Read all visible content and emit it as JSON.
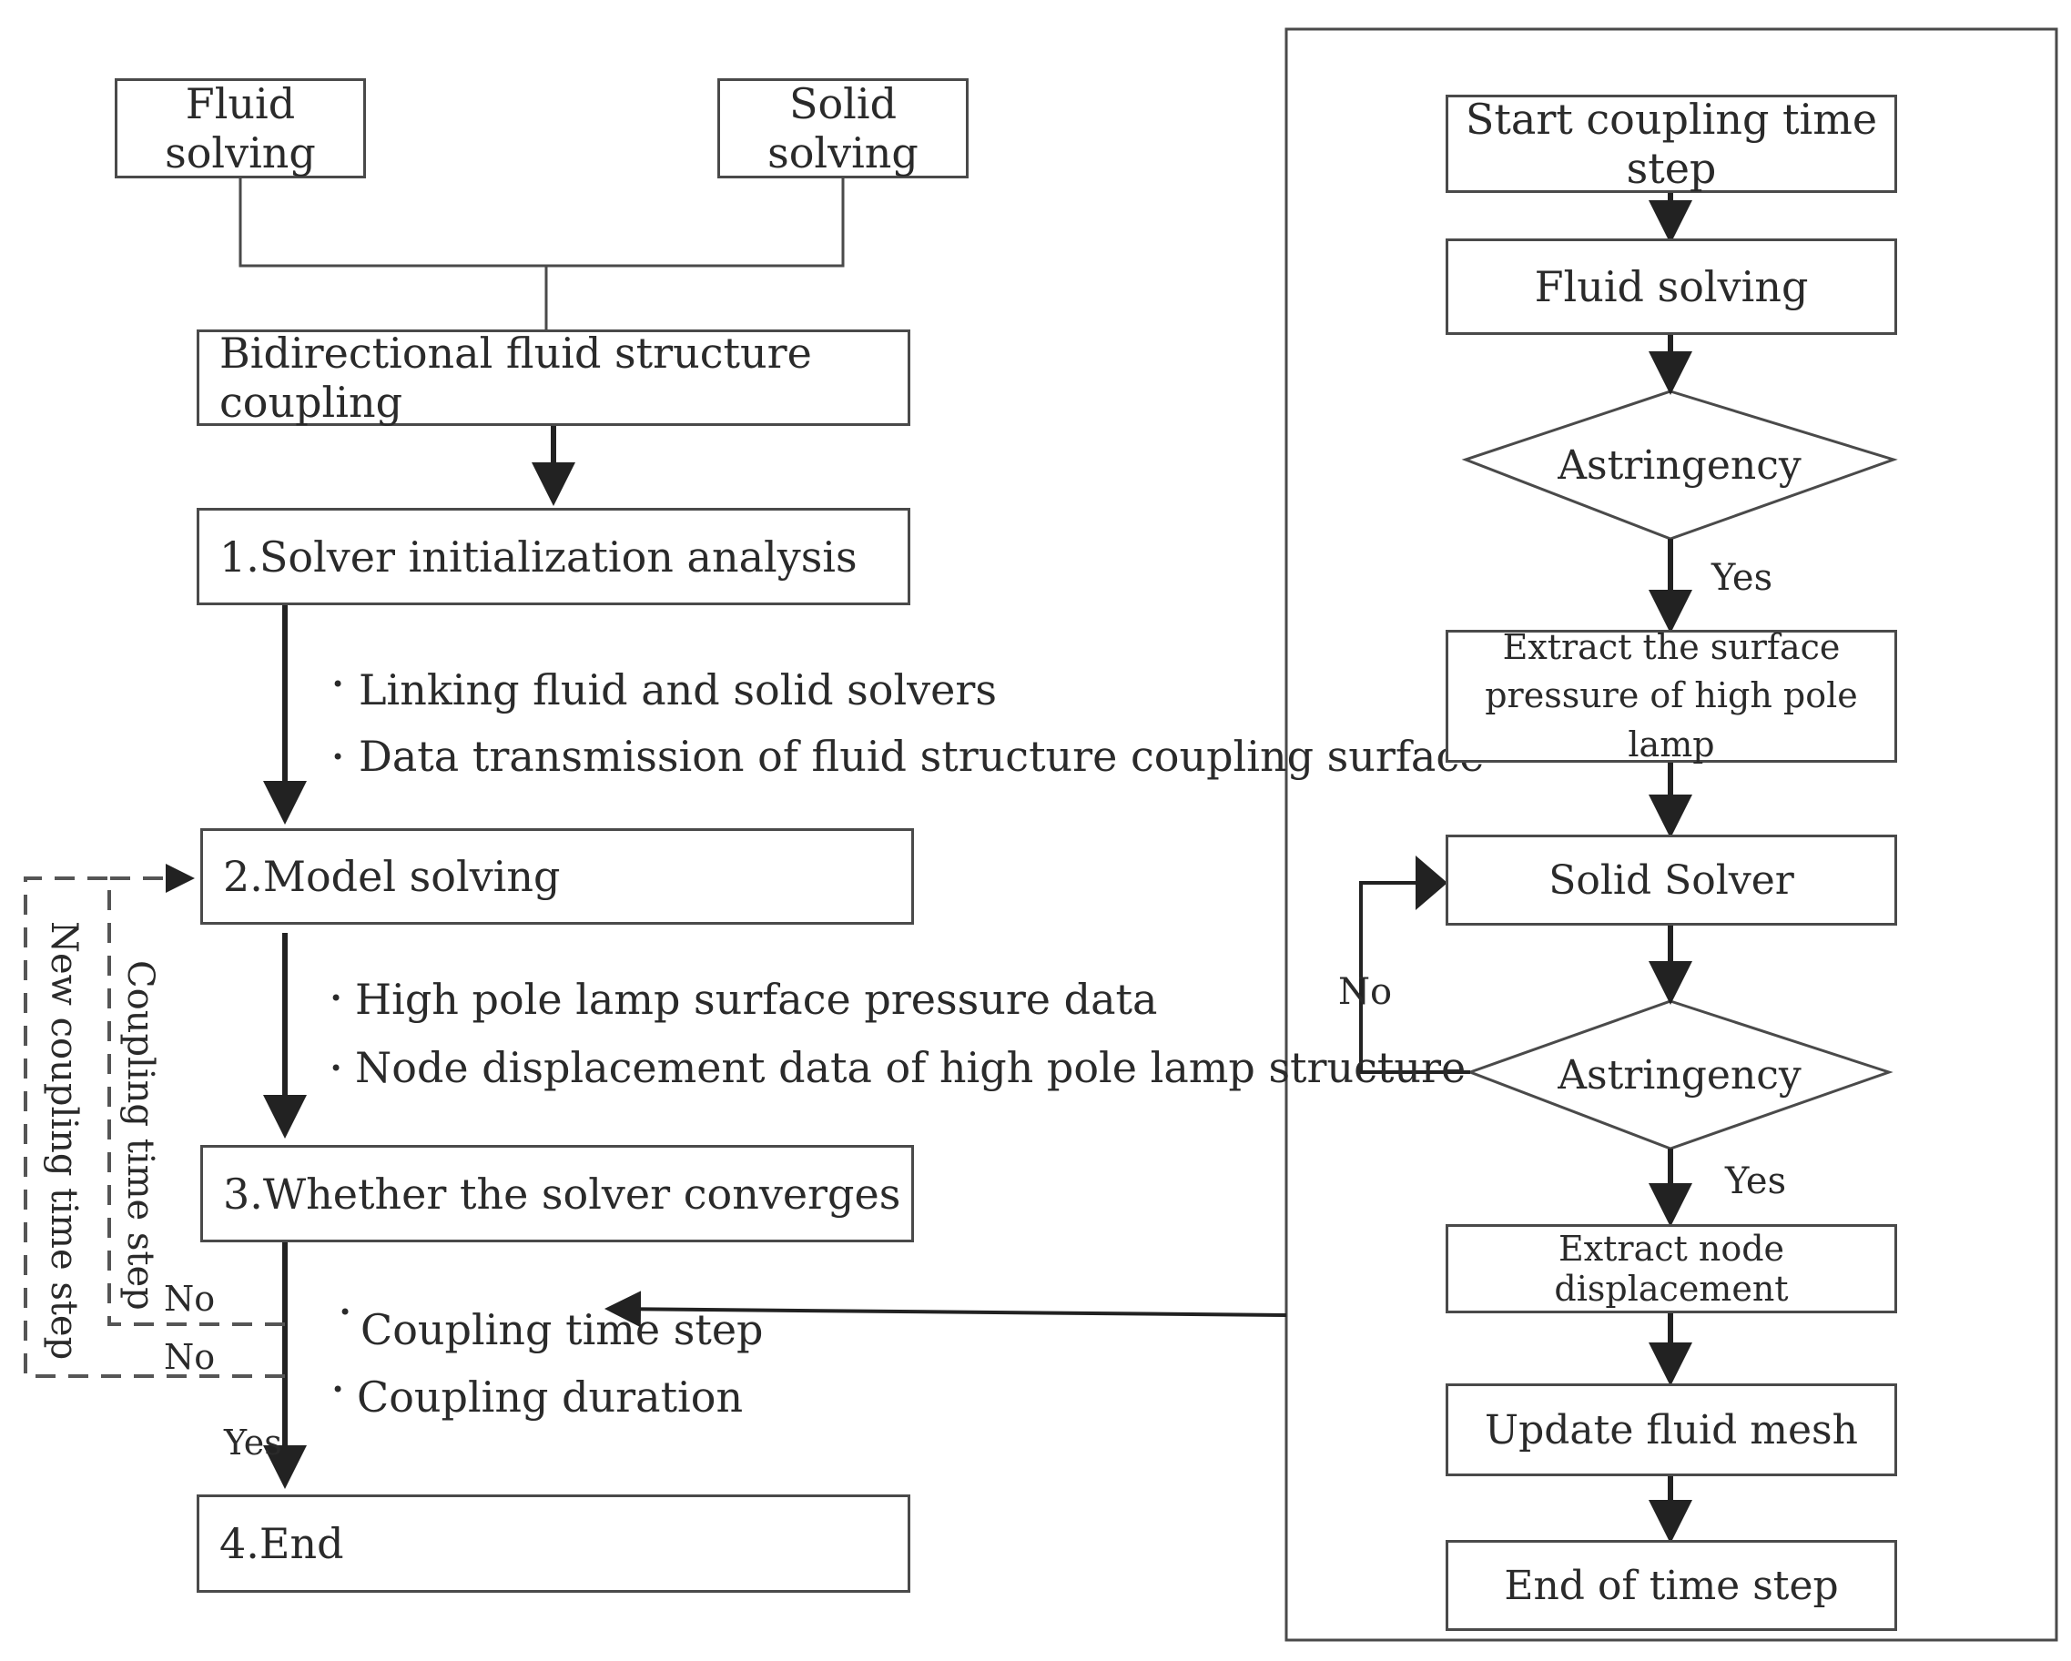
{
  "left_flow": {
    "fluid_solving": "Fluid solving",
    "solid_solving": "Solid solving",
    "coupling": "Bidirectional fluid structure coupling",
    "step1": "1.Solver initialization analysis",
    "step1_notes": [
      "Linking fluid and solid solvers",
      "Data transmission of fluid structure coupling surface"
    ],
    "step2": "2.Model solving",
    "step2_notes": [
      "High pole lamp surface pressure data",
      "Node displacement data of high pole lamp structure"
    ],
    "step3": "3.Whether the solver converges",
    "step3_notes": [
      "Coupling time step",
      "Coupling duration"
    ],
    "step4": "4.End",
    "loop_inner": "Coupling time step",
    "loop_outer": "New coupling time step",
    "no_1": "No",
    "no_2": "No",
    "yes": "Yes"
  },
  "right_flow": {
    "start": "Start coupling time step",
    "fluid_solving": "Fluid solving",
    "astringency_1": "Astringency",
    "yes_1": "Yes",
    "extract_pressure_line1": "Extract the surface",
    "extract_pressure_line2": "pressure of high pole lamp",
    "solid_solver": "Solid Solver",
    "no": "No",
    "astringency_2": "Astringency",
    "yes_2": "Yes",
    "extract_displacement": "Extract node displacement",
    "update_mesh": "Update fluid mesh",
    "end_step": "End of time step"
  }
}
